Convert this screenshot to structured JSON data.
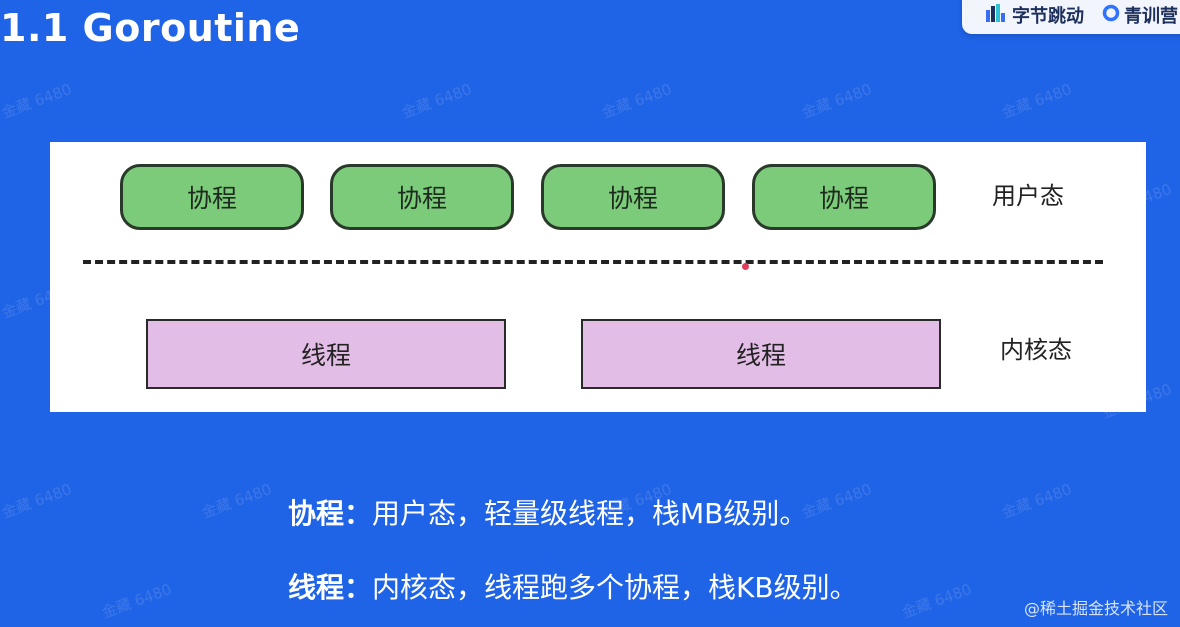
{
  "slide": {
    "title": "1.1 Goroutine"
  },
  "brand": {
    "bytedance_label": "字节跳动",
    "camp_label": "青训营",
    "bytedance_icon": "bar-chart-logo",
    "camp_icon": "ring-logo"
  },
  "diagram": {
    "coroutines": [
      "协程",
      "协程",
      "协程",
      "协程"
    ],
    "user_mode_label": "用户态",
    "threads": [
      "线程",
      "线程"
    ],
    "kernel_mode_label": "内核态"
  },
  "description": {
    "coroutine": {
      "term": "协程：",
      "text": "用户态，轻量级线程，栈MB级别。"
    },
    "thread": {
      "term": "线程：",
      "text": "内核态，线程跑多个协程，栈KB级别。"
    }
  },
  "watermark": {
    "text": "金藏 6480"
  },
  "footer": {
    "site_credit": "@稀土掘金技术社区"
  },
  "colors": {
    "background": "#1f63e6",
    "coroutine_fill": "#7ccb7a",
    "thread_fill": "#e2bde6",
    "panel": "#ffffff"
  }
}
